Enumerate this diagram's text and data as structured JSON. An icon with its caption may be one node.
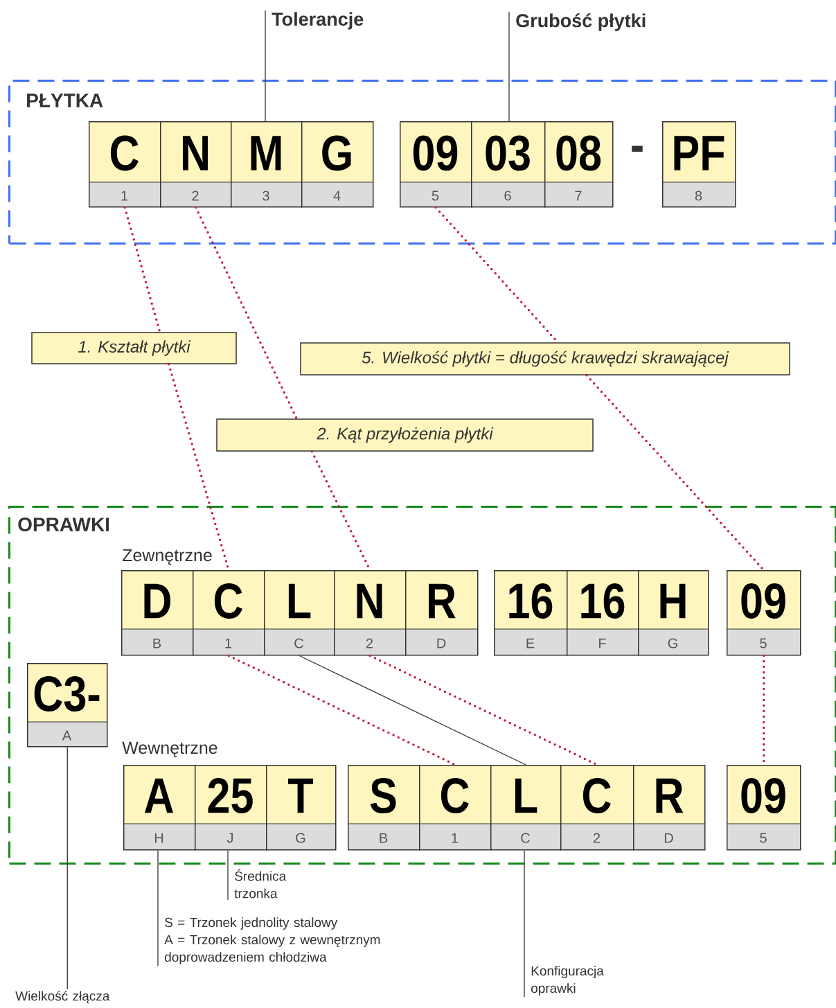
{
  "diagram": {
    "nodes": [
      {
        "text": [
          "Tolerancje"
        ]
      },
      {
        "text": [
          "Grubość płytki"
        ]
      },
      {
        "text": [
          "PŁYTKA"
        ]
      },
      {
        "text": [
          "C",
          "1"
        ],
        "in": 2
      },
      {
        "text": [
          "N",
          "2"
        ],
        "in": 2
      },
      {
        "text": [
          "M",
          "3"
        ],
        "in": 2
      },
      {
        "text": [
          "G",
          "4"
        ],
        "in": 2
      },
      {
        "text": [
          "09",
          "5"
        ],
        "in": 2
      },
      {
        "text": [
          "03",
          "6"
        ],
        "in": 2
      },
      {
        "text": [
          "08",
          "7"
        ],
        "in": 2
      },
      {
        "text": [
          "PF",
          "8"
        ],
        "in": 2
      },
      {
        "text": [
          "1. Kształt płytki"
        ]
      },
      {
        "text": [
          "5. Wielkość płytki = długość krawędzi skrawającej"
        ]
      },
      {
        "text": [
          "2. Kąt przyłożenia płytki"
        ]
      },
      {
        "text": [
          "OPRAWKI"
        ]
      },
      {
        "text": [
          "D",
          "B"
        ],
        "in": 14
      },
      {
        "text": [
          "C",
          "1"
        ],
        "in": 14
      },
      {
        "text": [
          "L",
          "C"
        ],
        "in": 14
      },
      {
        "text": [
          "N",
          "2"
        ],
        "in": 14
      },
      {
        "text": [
          "R",
          "D"
        ],
        "in": 14
      },
      {
        "text": [
          "16",
          "E"
        ],
        "in": 14
      },
      {
        "text": [
          "16",
          "F"
        ],
        "in": 14
      },
      {
        "text": [
          "H",
          "G"
        ],
        "in": 14
      },
      {
        "text": [
          "09",
          "5"
        ],
        "in": 14
      },
      {
        "text": [
          "C3-",
          "A"
        ],
        "in": 14
      },
      {
        "text": [
          "A",
          "H"
        ],
        "in": 14
      },
      {
        "text": [
          "25",
          "J"
        ],
        "in": 14
      },
      {
        "text": [
          "T",
          "G"
        ],
        "in": 14
      },
      {
        "text": [
          "S",
          "B"
        ],
        "in": 14
      },
      {
        "text": [
          "C",
          "1"
        ],
        "in": 14
      },
      {
        "text": [
          "L",
          "C"
        ],
        "in": 14
      },
      {
        "text": [
          "C",
          "2"
        ],
        "in": 14
      },
      {
        "text": [
          "R",
          "D"
        ],
        "in": 14
      },
      {
        "text": [
          "09",
          "5"
        ],
        "in": 14
      },
      {
        "text": [
          "Średnica trzonka"
        ]
      },
      {
        "text": [
          "S = Trzonek jednolity stalowy",
          "A = Trzonek stalowy z wewnętrznym doprowadzeniem chłodziwa"
        ]
      },
      {
        "text": [
          "Konfiguracja oprawki"
        ]
      },
      {
        "text": [
          "Wielkość złącza"
        ]
      }
    ],
    "edges": [
      {
        "from": 0,
        "to": 5,
        "arrow": "none",
        "color": "#333333"
      },
      {
        "from": 1,
        "to": 8,
        "arrow": "none",
        "color": "#333333"
      },
      {
        "from": 3,
        "to": 11,
        "arrow": "none",
        "style": "dashed"
      },
      {
        "from": 11,
        "to": 16,
        "arrow": "none",
        "style": "dashed"
      },
      {
        "from": 4,
        "to": 13,
        "arrow": "none",
        "style": "dashed"
      },
      {
        "from": 13,
        "to": 18,
        "arrow": "none",
        "style": "dashed"
      },
      {
        "from": 7,
        "to": 12,
        "arrow": "none",
        "style": "dashed"
      },
      {
        "from": 12,
        "to": 23,
        "arrow": "none",
        "style": "dashed"
      },
      {
        "from": 16,
        "to": 29,
        "arrow": "none",
        "style": "dashed"
      },
      {
        "from": 17,
        "to": 30,
        "arrow": "none",
        "color": "#333333"
      },
      {
        "from": 18,
        "to": 31,
        "arrow": "none",
        "style": "dashed"
      },
      {
        "from": 23,
        "to": 33,
        "arrow": "none",
        "style": "dashed"
      },
      {
        "from": 34,
        "to": 26,
        "arrow": "none",
        "color": "#333333"
      },
      {
        "from": 35,
        "to": 25,
        "arrow": "none",
        "color": "#333333"
      },
      {
        "from": 36,
        "to": 30,
        "arrow": "none",
        "color": "#333333"
      },
      {
        "from": 37,
        "to": 24,
        "arrow": "none",
        "color": "#333333"
      }
    ],
    "labels": [
      "-",
      "Zewnętrzne",
      "Wewnętrzne"
    ]
  }
}
